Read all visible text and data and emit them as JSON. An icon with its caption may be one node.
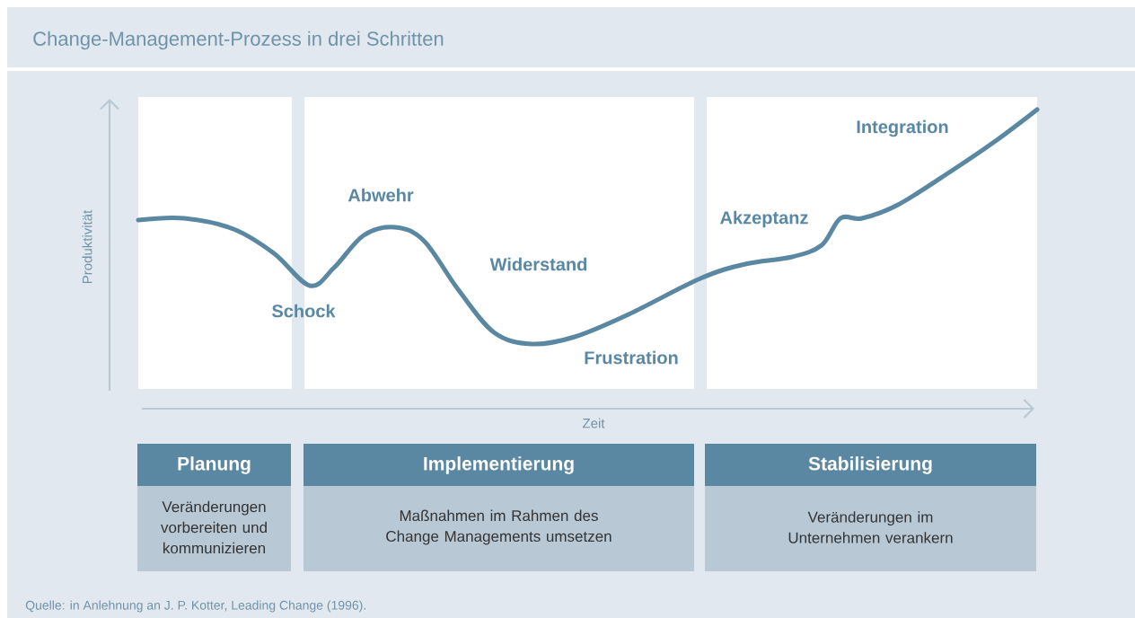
{
  "diagram": {
    "title": "Change-Management-Prozess in drei Schritten",
    "caption": "Quelle: in Anlehnung an J. P. Kotter, Leading Change (1996).",
    "nodes": [
      {
        "text": [
          "Planung",
          "Veränderungen vorbereiten und kommunizieren"
        ]
      },
      {
        "text": [
          "Implementierung",
          "Maßnahmen im Rahmen des Change Managements umsetzen"
        ]
      },
      {
        "text": [
          "Stabilisierung",
          "Veränderungen im Unternehmen verankern"
        ]
      }
    ],
    "labels": [
      "Integration",
      "Abwehr",
      "Akzeptanz",
      "Produktivität",
      "Widerstand",
      "Schock",
      "Frustration",
      "Zeit"
    ]
  }
}
